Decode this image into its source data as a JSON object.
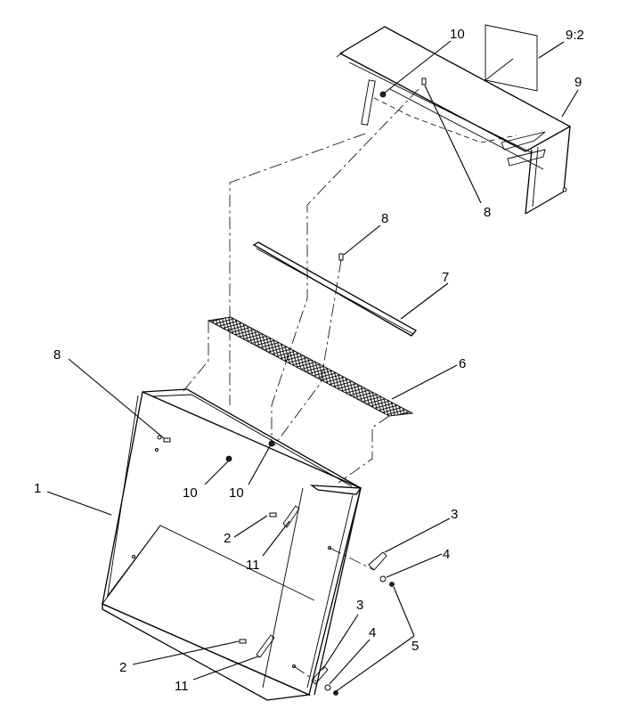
{
  "callouts": {
    "c1": "1",
    "c2a": "2",
    "c2b": "2",
    "c3a": "3",
    "c3b": "3",
    "c4a": "4",
    "c4b": "4",
    "c5": "5",
    "c6": "6",
    "c7": "7",
    "c8a": "8",
    "c8b": "8",
    "c8c": "8",
    "c9": "9",
    "c9_2": "9:2",
    "c10a": "10",
    "c10b": "10",
    "c10c": "10",
    "c11a": "11",
    "c11b": "11"
  }
}
